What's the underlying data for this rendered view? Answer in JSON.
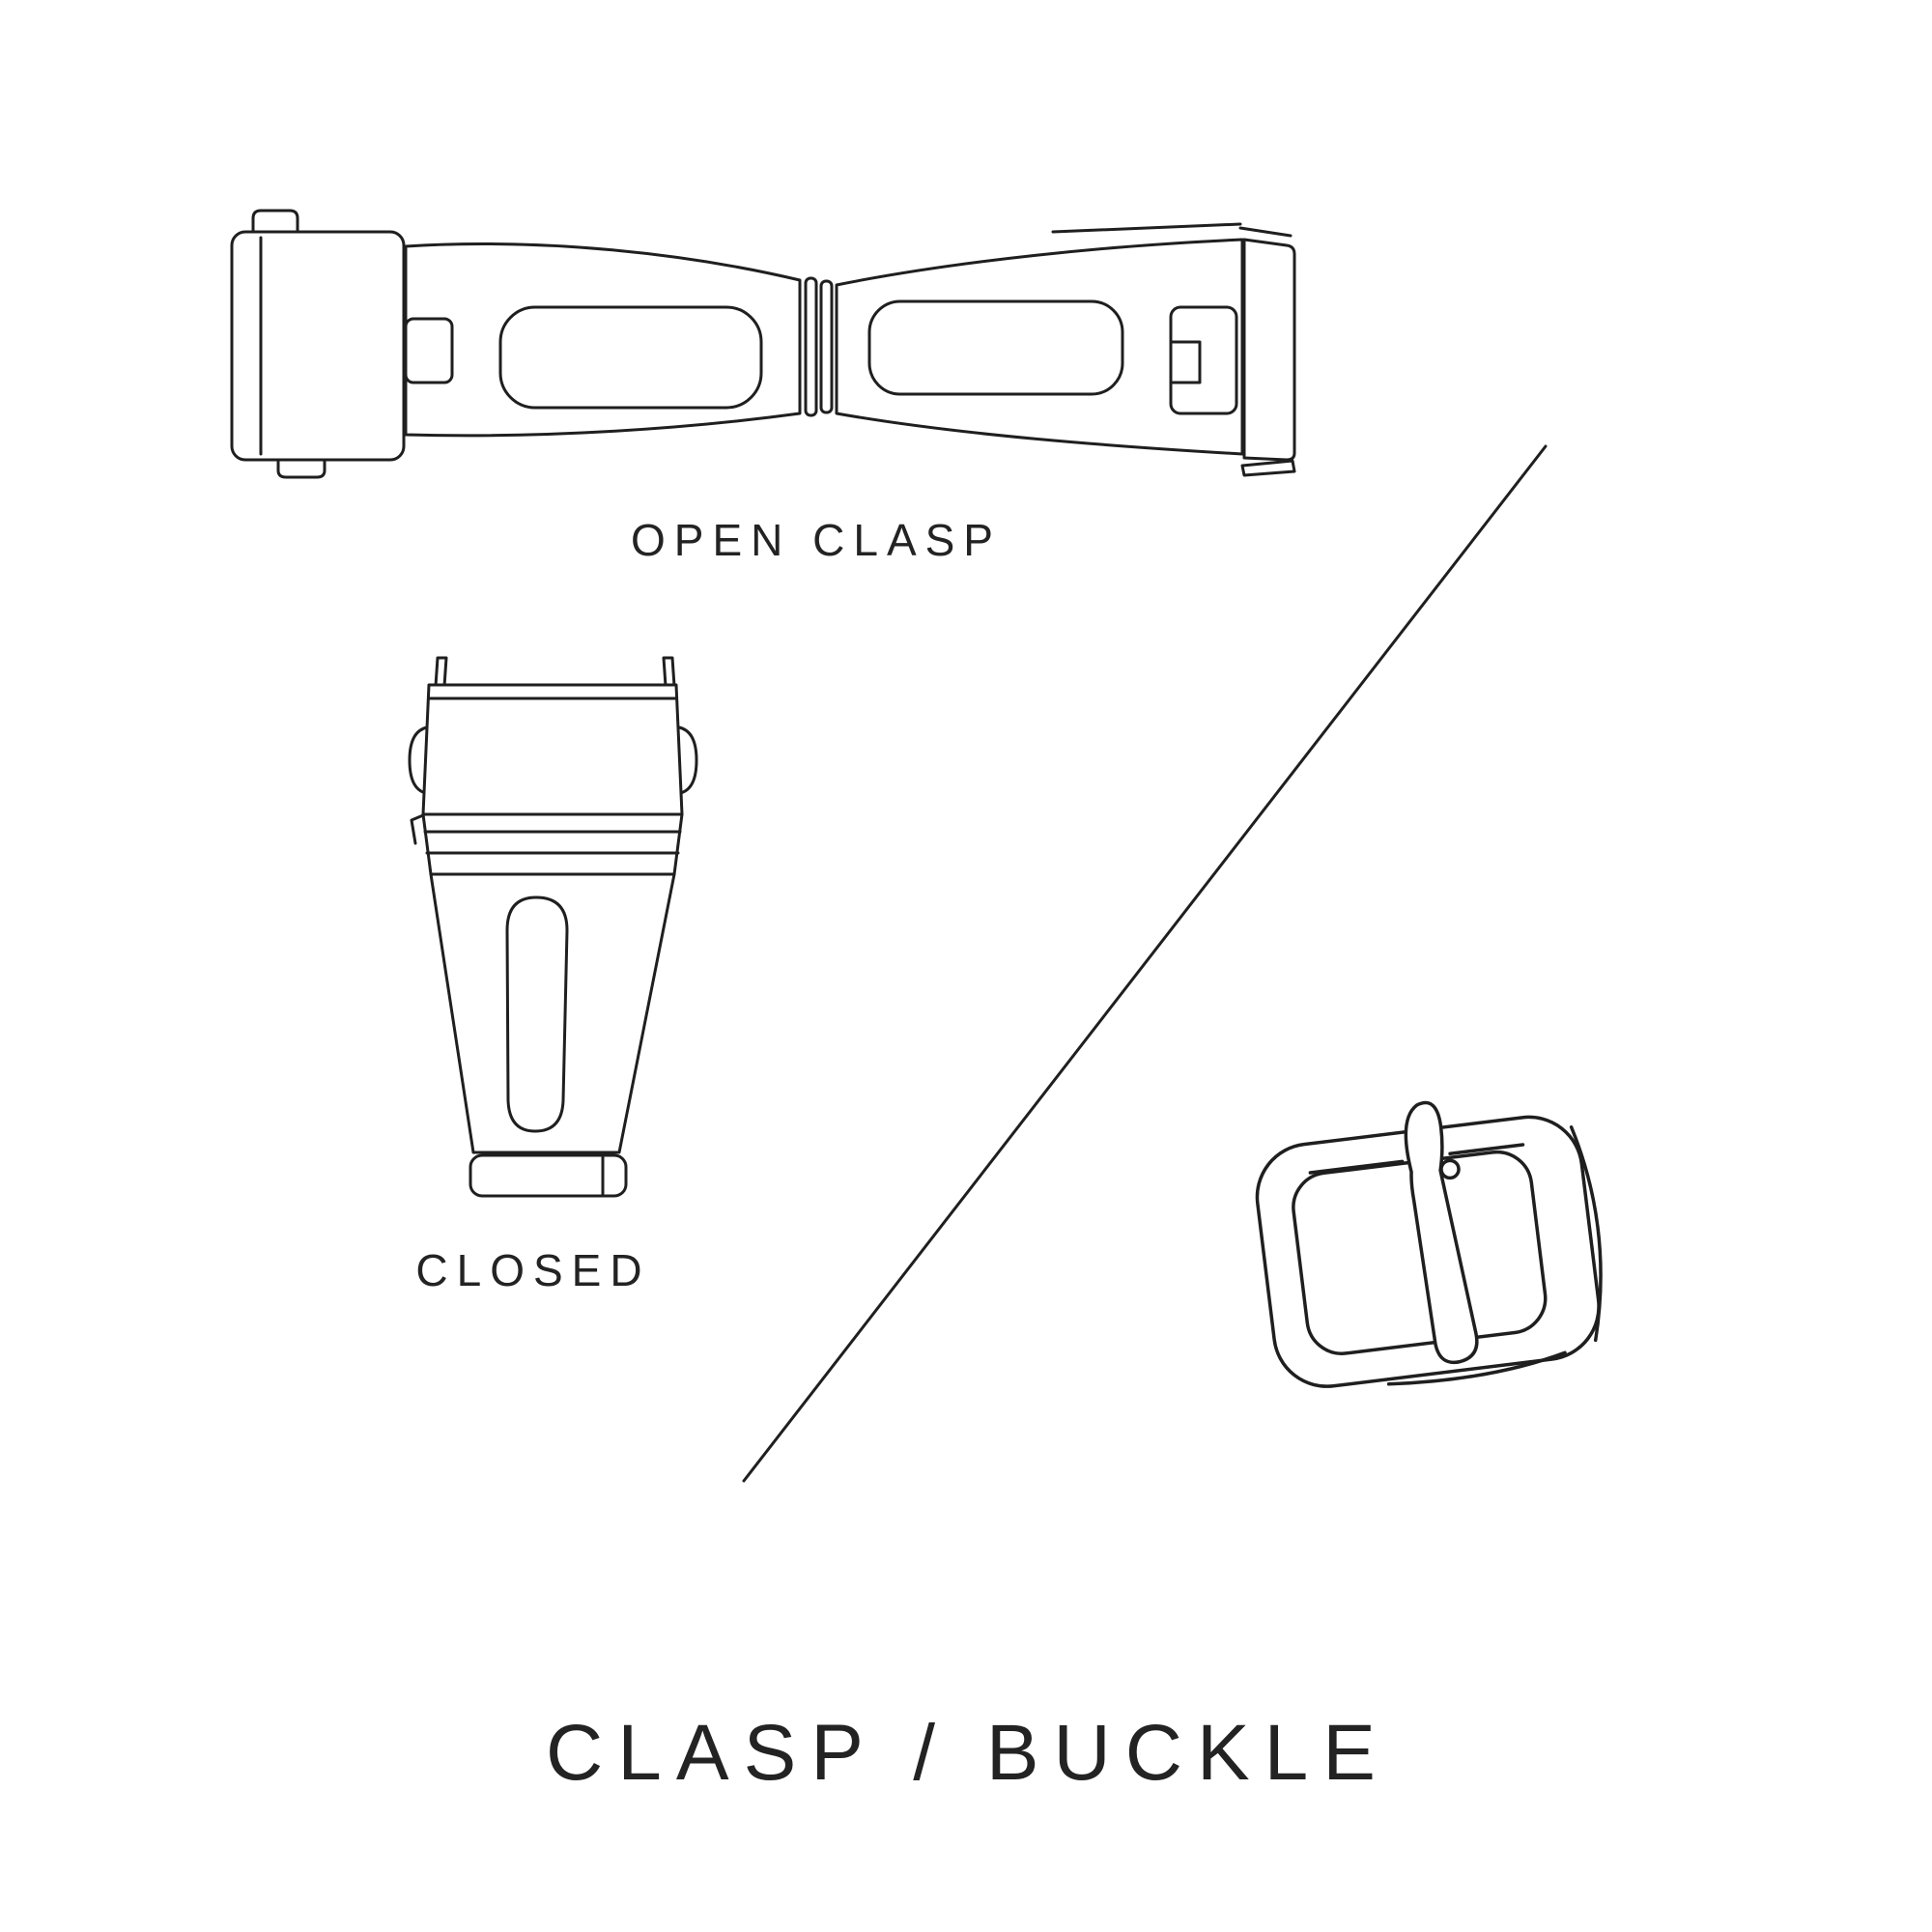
{
  "theme": {
    "background": "#ffffff",
    "line-color": "#1f1f1f",
    "text-color": "#232323"
  },
  "page": {
    "title": "CLASP / BUCKLE"
  },
  "labels": {
    "open_clasp": "OPEN CLASP",
    "closed": "CLOSED"
  },
  "illustrations": {
    "open_clasp": {
      "name": "open-clasp-illustration"
    },
    "closed_clasp": {
      "name": "closed-clasp-illustration"
    },
    "buckle": {
      "name": "buckle-illustration"
    },
    "divider": {
      "name": "diagonal-divider-line"
    }
  }
}
